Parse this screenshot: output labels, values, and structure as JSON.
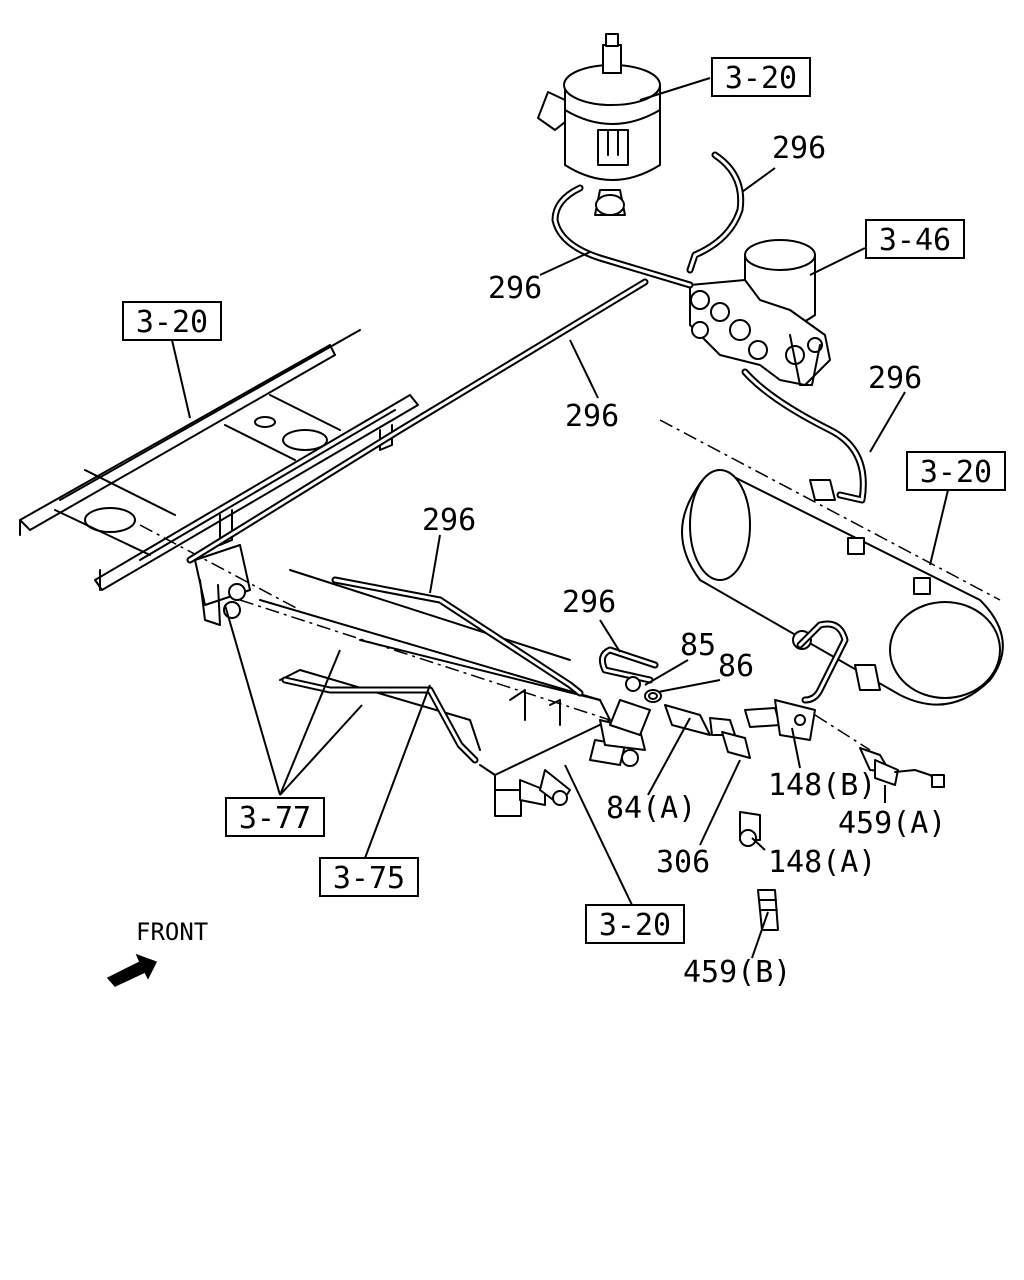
{
  "references": {
    "top_reservoir": "3-20",
    "air_dryer": "3-46",
    "frame_left": "3-20",
    "main_tank": "3-20",
    "bracket_lower": "3-77",
    "valve_assy": "3-75",
    "crossmember": "3-20"
  },
  "parts": {
    "pipe_a": "296",
    "pipe_b": "296",
    "pipe_c": "296",
    "pipe_d": "296",
    "pipe_e": "296",
    "pipe_f": "296",
    "p85": "85",
    "p86": "86",
    "p84a": "84(A)",
    "p306": "306",
    "p148b": "148(B)",
    "p148a": "148(A)",
    "p459a": "459(A)",
    "p459b": "459(B)"
  },
  "front_label": "FRONT"
}
